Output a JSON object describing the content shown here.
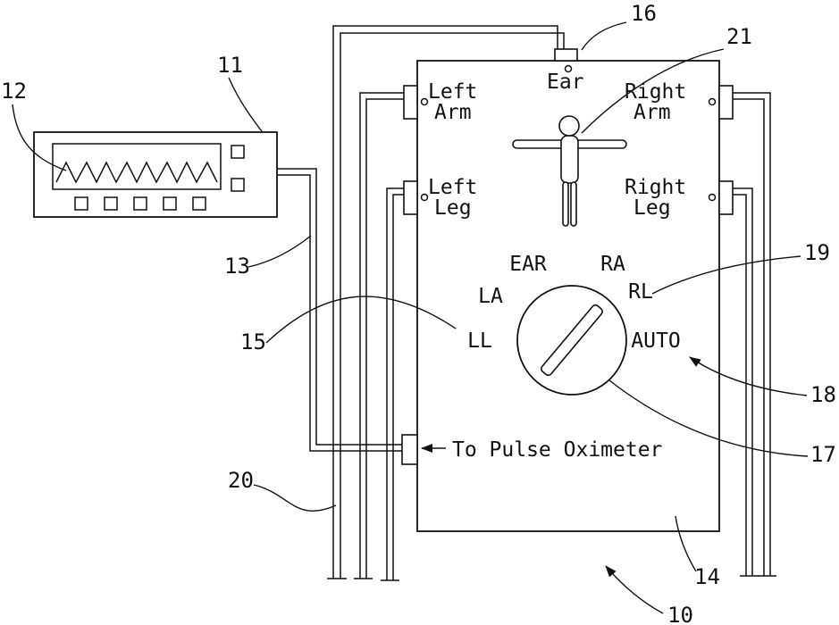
{
  "colors": {
    "ink": "#111111",
    "background": "#ffffff"
  },
  "box_labels": {
    "ear": "Ear",
    "left_arm_1": "Left",
    "left_arm_2": "Arm",
    "right_arm_1": "Right",
    "right_arm_2": "Arm",
    "left_leg_1": "Left",
    "left_leg_2": "Leg",
    "right_leg_1": "Right",
    "right_leg_2": "Leg",
    "pulse_oximeter": "To Pulse Oximeter"
  },
  "selector": {
    "ear": "EAR",
    "ra": "RA",
    "la": "LA",
    "rl": "RL",
    "ll": "LL",
    "auto": "AUTO"
  },
  "refs": {
    "r10": "10",
    "r11": "11",
    "r12": "12",
    "r13": "13",
    "r14": "14",
    "r15": "15",
    "r16": "16",
    "r17": "17",
    "r18": "18",
    "r19": "19",
    "r20": "20",
    "r21": "21"
  }
}
